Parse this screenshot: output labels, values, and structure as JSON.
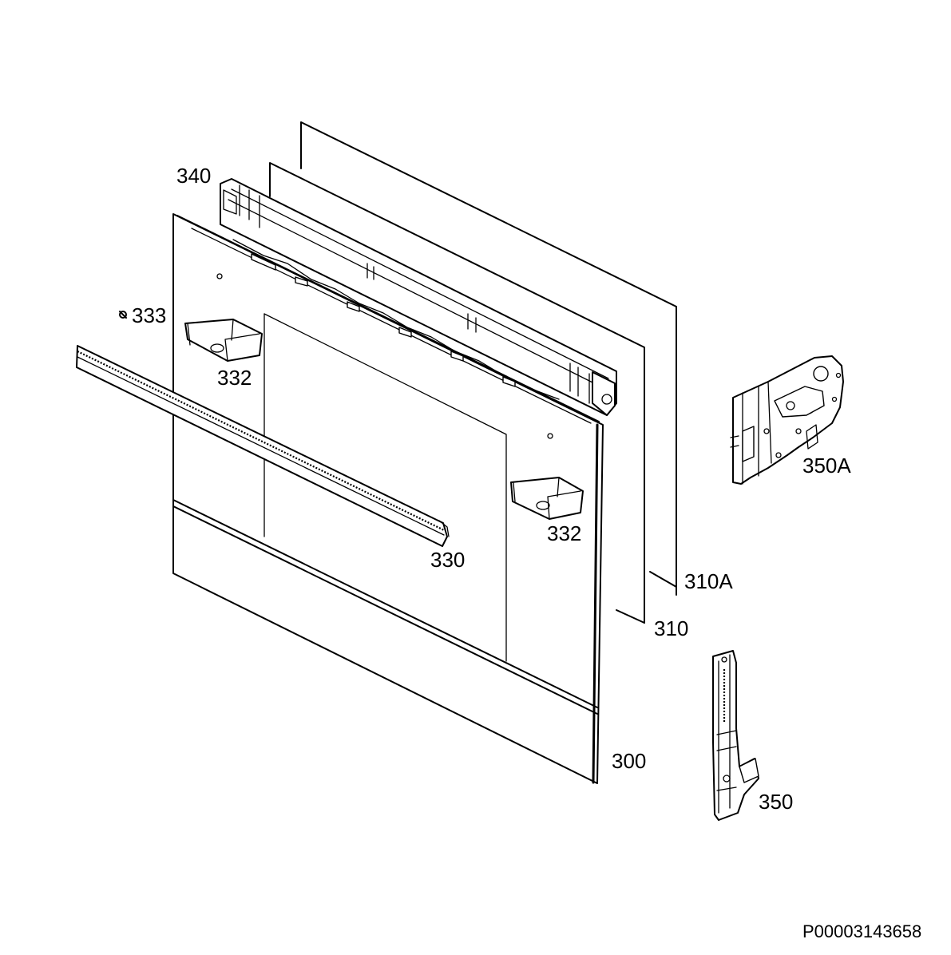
{
  "diagram": {
    "type": "exploded-parts-view",
    "reference_code": "P00003143658",
    "callouts": {
      "p300": "300",
      "p310": "310",
      "p310a": "310A",
      "p330": "330",
      "p332_left": "332",
      "p332_right": "332",
      "p333": "333",
      "p340": "340",
      "p350": "350",
      "p350a": "350A"
    }
  }
}
